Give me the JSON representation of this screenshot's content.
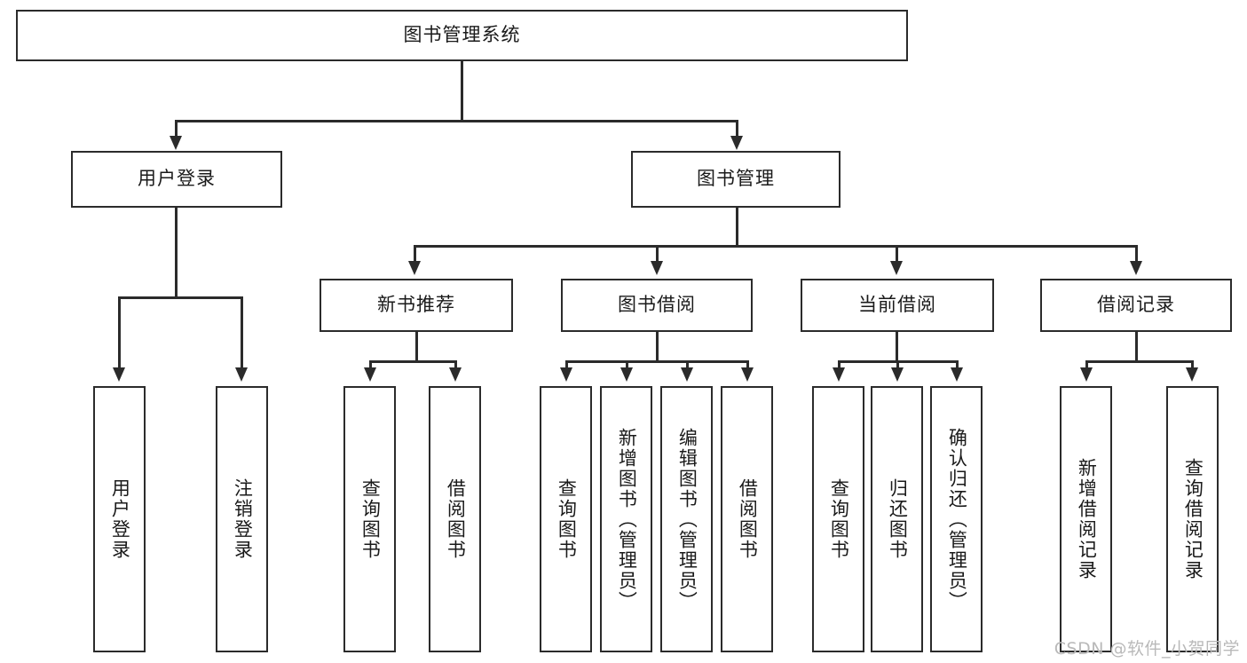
{
  "diagram": {
    "type": "tree",
    "title": "图书管理系统",
    "orientation": "top-down",
    "root": {
      "label": "图书管理系统"
    },
    "level1": [
      {
        "label": "用户登录"
      },
      {
        "label": "图书管理"
      }
    ],
    "level2": [
      {
        "label": "新书推荐",
        "parent": "图书管理"
      },
      {
        "label": "图书借阅",
        "parent": "图书管理"
      },
      {
        "label": "当前借阅",
        "parent": "图书管理"
      },
      {
        "label": "借阅记录",
        "parent": "图书管理"
      }
    ],
    "leaves_user_login": [
      {
        "label": "用户登录"
      },
      {
        "label": "注销登录"
      }
    ],
    "leaves_new_book": [
      {
        "label": "查询图书"
      },
      {
        "label": "借阅图书"
      }
    ],
    "leaves_borrow": [
      {
        "label": "查询图书"
      },
      {
        "label": "新增图书（管理员）"
      },
      {
        "label": "编辑图书（管理员）"
      },
      {
        "label": "借阅图书"
      }
    ],
    "leaves_current": [
      {
        "label": "查询图书"
      },
      {
        "label": "归还图书"
      },
      {
        "label": "确认归还（管理员）"
      }
    ],
    "leaves_record": [
      {
        "label": "新增借阅记录"
      },
      {
        "label": "查询借阅记录"
      }
    ]
  },
  "watermark": {
    "text": "CSDN @软件_小贺同学"
  },
  "colors": {
    "stroke": "#2b2b2b",
    "background": "#ffffff",
    "text": "#1a1a1a",
    "watermark": "#b9b9b9"
  }
}
